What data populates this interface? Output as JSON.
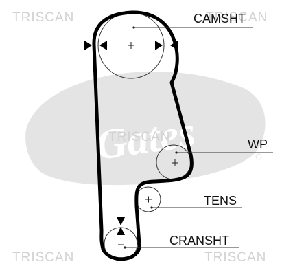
{
  "watermark": {
    "brand_text": "TRISCAN",
    "logo_text": "Gates",
    "color": "#d2d2d2"
  },
  "labels": {
    "camshaft": "CAMSHT",
    "water_pump": "WP",
    "tensioner": "TENS",
    "crankshaft": "CRANSHT"
  },
  "colors": {
    "belt": "#000000",
    "pulley": "#333333",
    "label_text": "#111111"
  },
  "icons": {
    "timing_marks": "triangle-arrow-icon",
    "pulley_center": "plus-icon"
  }
}
